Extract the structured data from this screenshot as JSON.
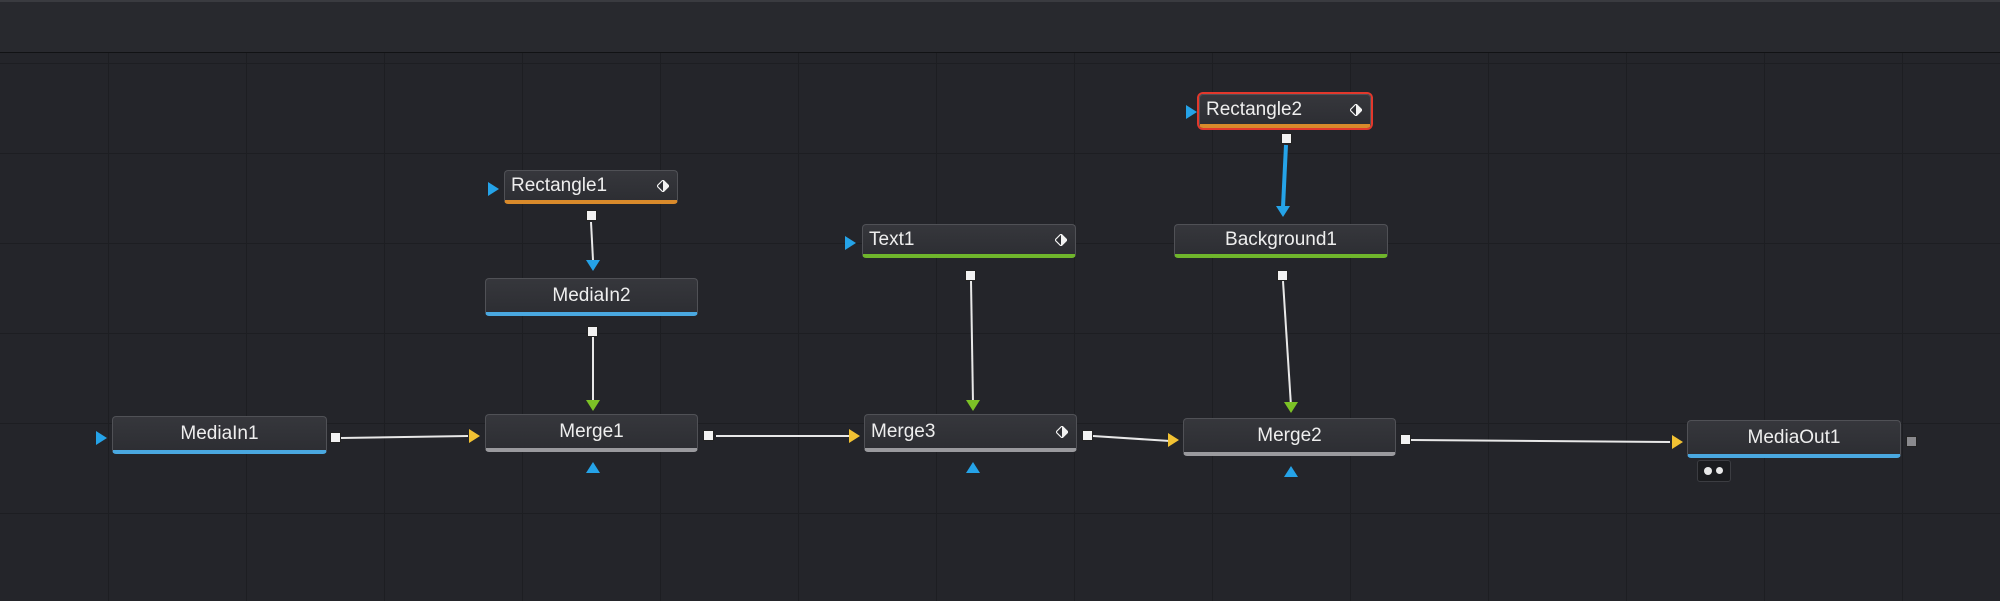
{
  "colors": {
    "background": "#24252a",
    "grid_line": "#1d1e22",
    "wire": "#e8e8e8",
    "selected_wire": "#25a3e8",
    "selection_outline": "#e2382c",
    "bar_blue": "#4aa8e0",
    "bar_orange": "#d98a2b",
    "bar_green": "#6fb52c",
    "bar_grey": "#9a9a9e",
    "input_yellow": "#f2c233",
    "input_green": "#7cc226",
    "input_blue": "#25a3e8"
  },
  "nodes": {
    "mediain1": {
      "label": "MediaIn1"
    },
    "mediain2": {
      "label": "MediaIn2"
    },
    "rectangle1": {
      "label": "Rectangle1"
    },
    "merge1": {
      "label": "Merge1"
    },
    "text1": {
      "label": "Text1"
    },
    "merge3": {
      "label": "Merge3"
    },
    "rectangle2": {
      "label": "Rectangle2"
    },
    "background1": {
      "label": "Background1"
    },
    "merge2": {
      "label": "Merge2"
    },
    "mediaout1": {
      "label": "MediaOut1"
    }
  },
  "icons": {
    "keyframe": "keyframe-diamond-icon",
    "viewer": "viewer-toggle-icon"
  }
}
